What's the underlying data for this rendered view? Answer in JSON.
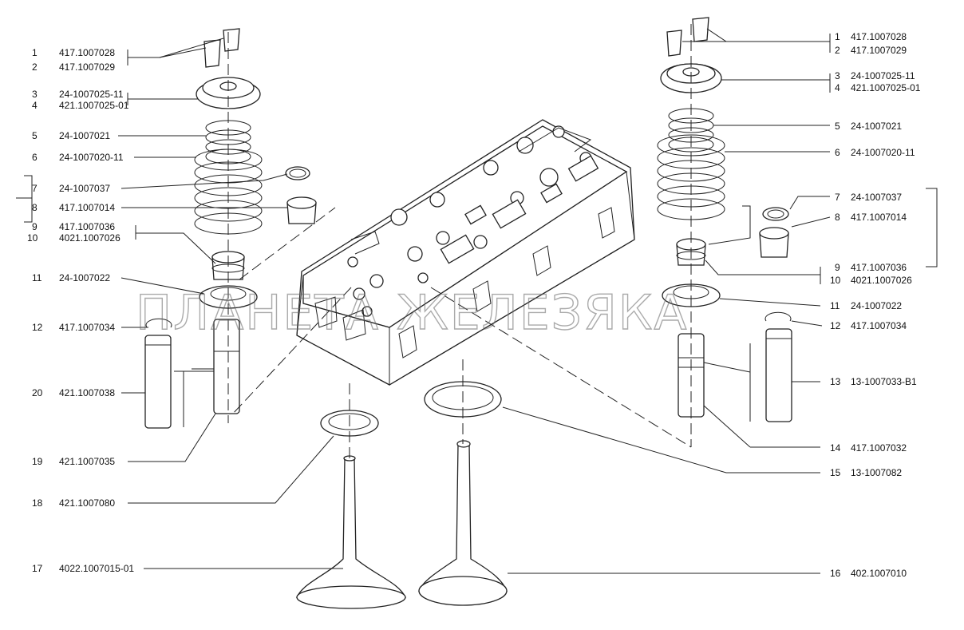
{
  "watermark": "ПЛАНЕТА ЖЕЛЕЗЯКА",
  "callouts_left": [
    {
      "num": "1",
      "part": "417.1007028"
    },
    {
      "num": "2",
      "part": "417.1007029"
    },
    {
      "num": "3",
      "part": "24-1007025-11"
    },
    {
      "num": "4",
      "part": "421.1007025-01"
    },
    {
      "num": "5",
      "part": "24-1007021"
    },
    {
      "num": "6",
      "part": "24-1007020-11"
    },
    {
      "num": "7",
      "part": "24-1007037"
    },
    {
      "num": "8",
      "part": "417.1007014"
    },
    {
      "num": "9",
      "part": "417.1007036"
    },
    {
      "num": "10",
      "part": "4021.1007026"
    },
    {
      "num": "11",
      "part": "24-1007022"
    },
    {
      "num": "12",
      "part": "417.1007034"
    },
    {
      "num": "20",
      "part": "421.1007038"
    },
    {
      "num": "19",
      "part": "421.1007035"
    },
    {
      "num": "18",
      "part": "421.1007080"
    },
    {
      "num": "17",
      "part": "4022.1007015-01"
    }
  ],
  "callouts_right": [
    {
      "num": "1",
      "part": "417.1007028"
    },
    {
      "num": "2",
      "part": "417.1007029"
    },
    {
      "num": "3",
      "part": "24-1007025-11"
    },
    {
      "num": "4",
      "part": "421.1007025-01"
    },
    {
      "num": "5",
      "part": "24-1007021"
    },
    {
      "num": "6",
      "part": "24-1007020-11"
    },
    {
      "num": "7",
      "part": "24-1007037"
    },
    {
      "num": "8",
      "part": "417.1007014"
    },
    {
      "num": "9",
      "part": "417.1007036"
    },
    {
      "num": "10",
      "part": "4021.1007026"
    },
    {
      "num": "11",
      "part": "24-1007022"
    },
    {
      "num": "12",
      "part": "417.1007034"
    },
    {
      "num": "13",
      "part": "13-1007033-В1"
    },
    {
      "num": "14",
      "part": "417.1007032"
    },
    {
      "num": "15",
      "part": "13-1007082"
    },
    {
      "num": "16",
      "part": "402.1007010"
    }
  ]
}
